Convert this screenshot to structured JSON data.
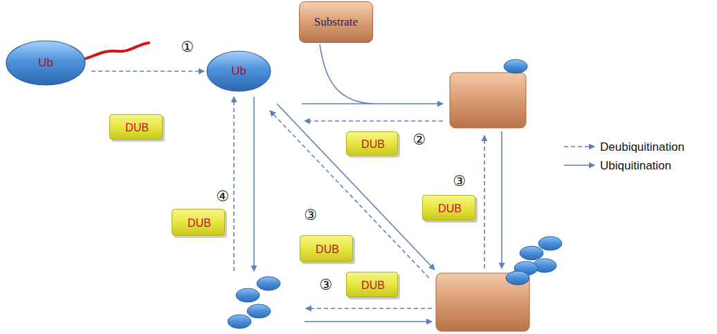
{
  "diagram": {
    "nodes": [
      {
        "text": [
          "Substrate"
        ]
      },
      {
        "text": [
          "Ub"
        ]
      },
      {
        "text": [
          "Ub"
        ]
      },
      {
        "text": [
          "DUB"
        ]
      },
      {
        "text": [
          "DUB"
        ]
      },
      {
        "text": [
          "DUB"
        ]
      },
      {
        "text": [
          "DUB"
        ]
      },
      {
        "text": [
          "DUB"
        ]
      },
      {
        "text": [
          "DUB"
        ]
      }
    ],
    "edges": [
      {
        "from": 1,
        "to": 2,
        "arrow": "to"
      }
    ],
    "labels": [
      "①",
      "②",
      "③",
      "④",
      "③",
      "③"
    ],
    "legend": [
      {
        "text": "Deubiquitination"
      },
      {
        "text": "Ubiquitination"
      }
    ]
  }
}
